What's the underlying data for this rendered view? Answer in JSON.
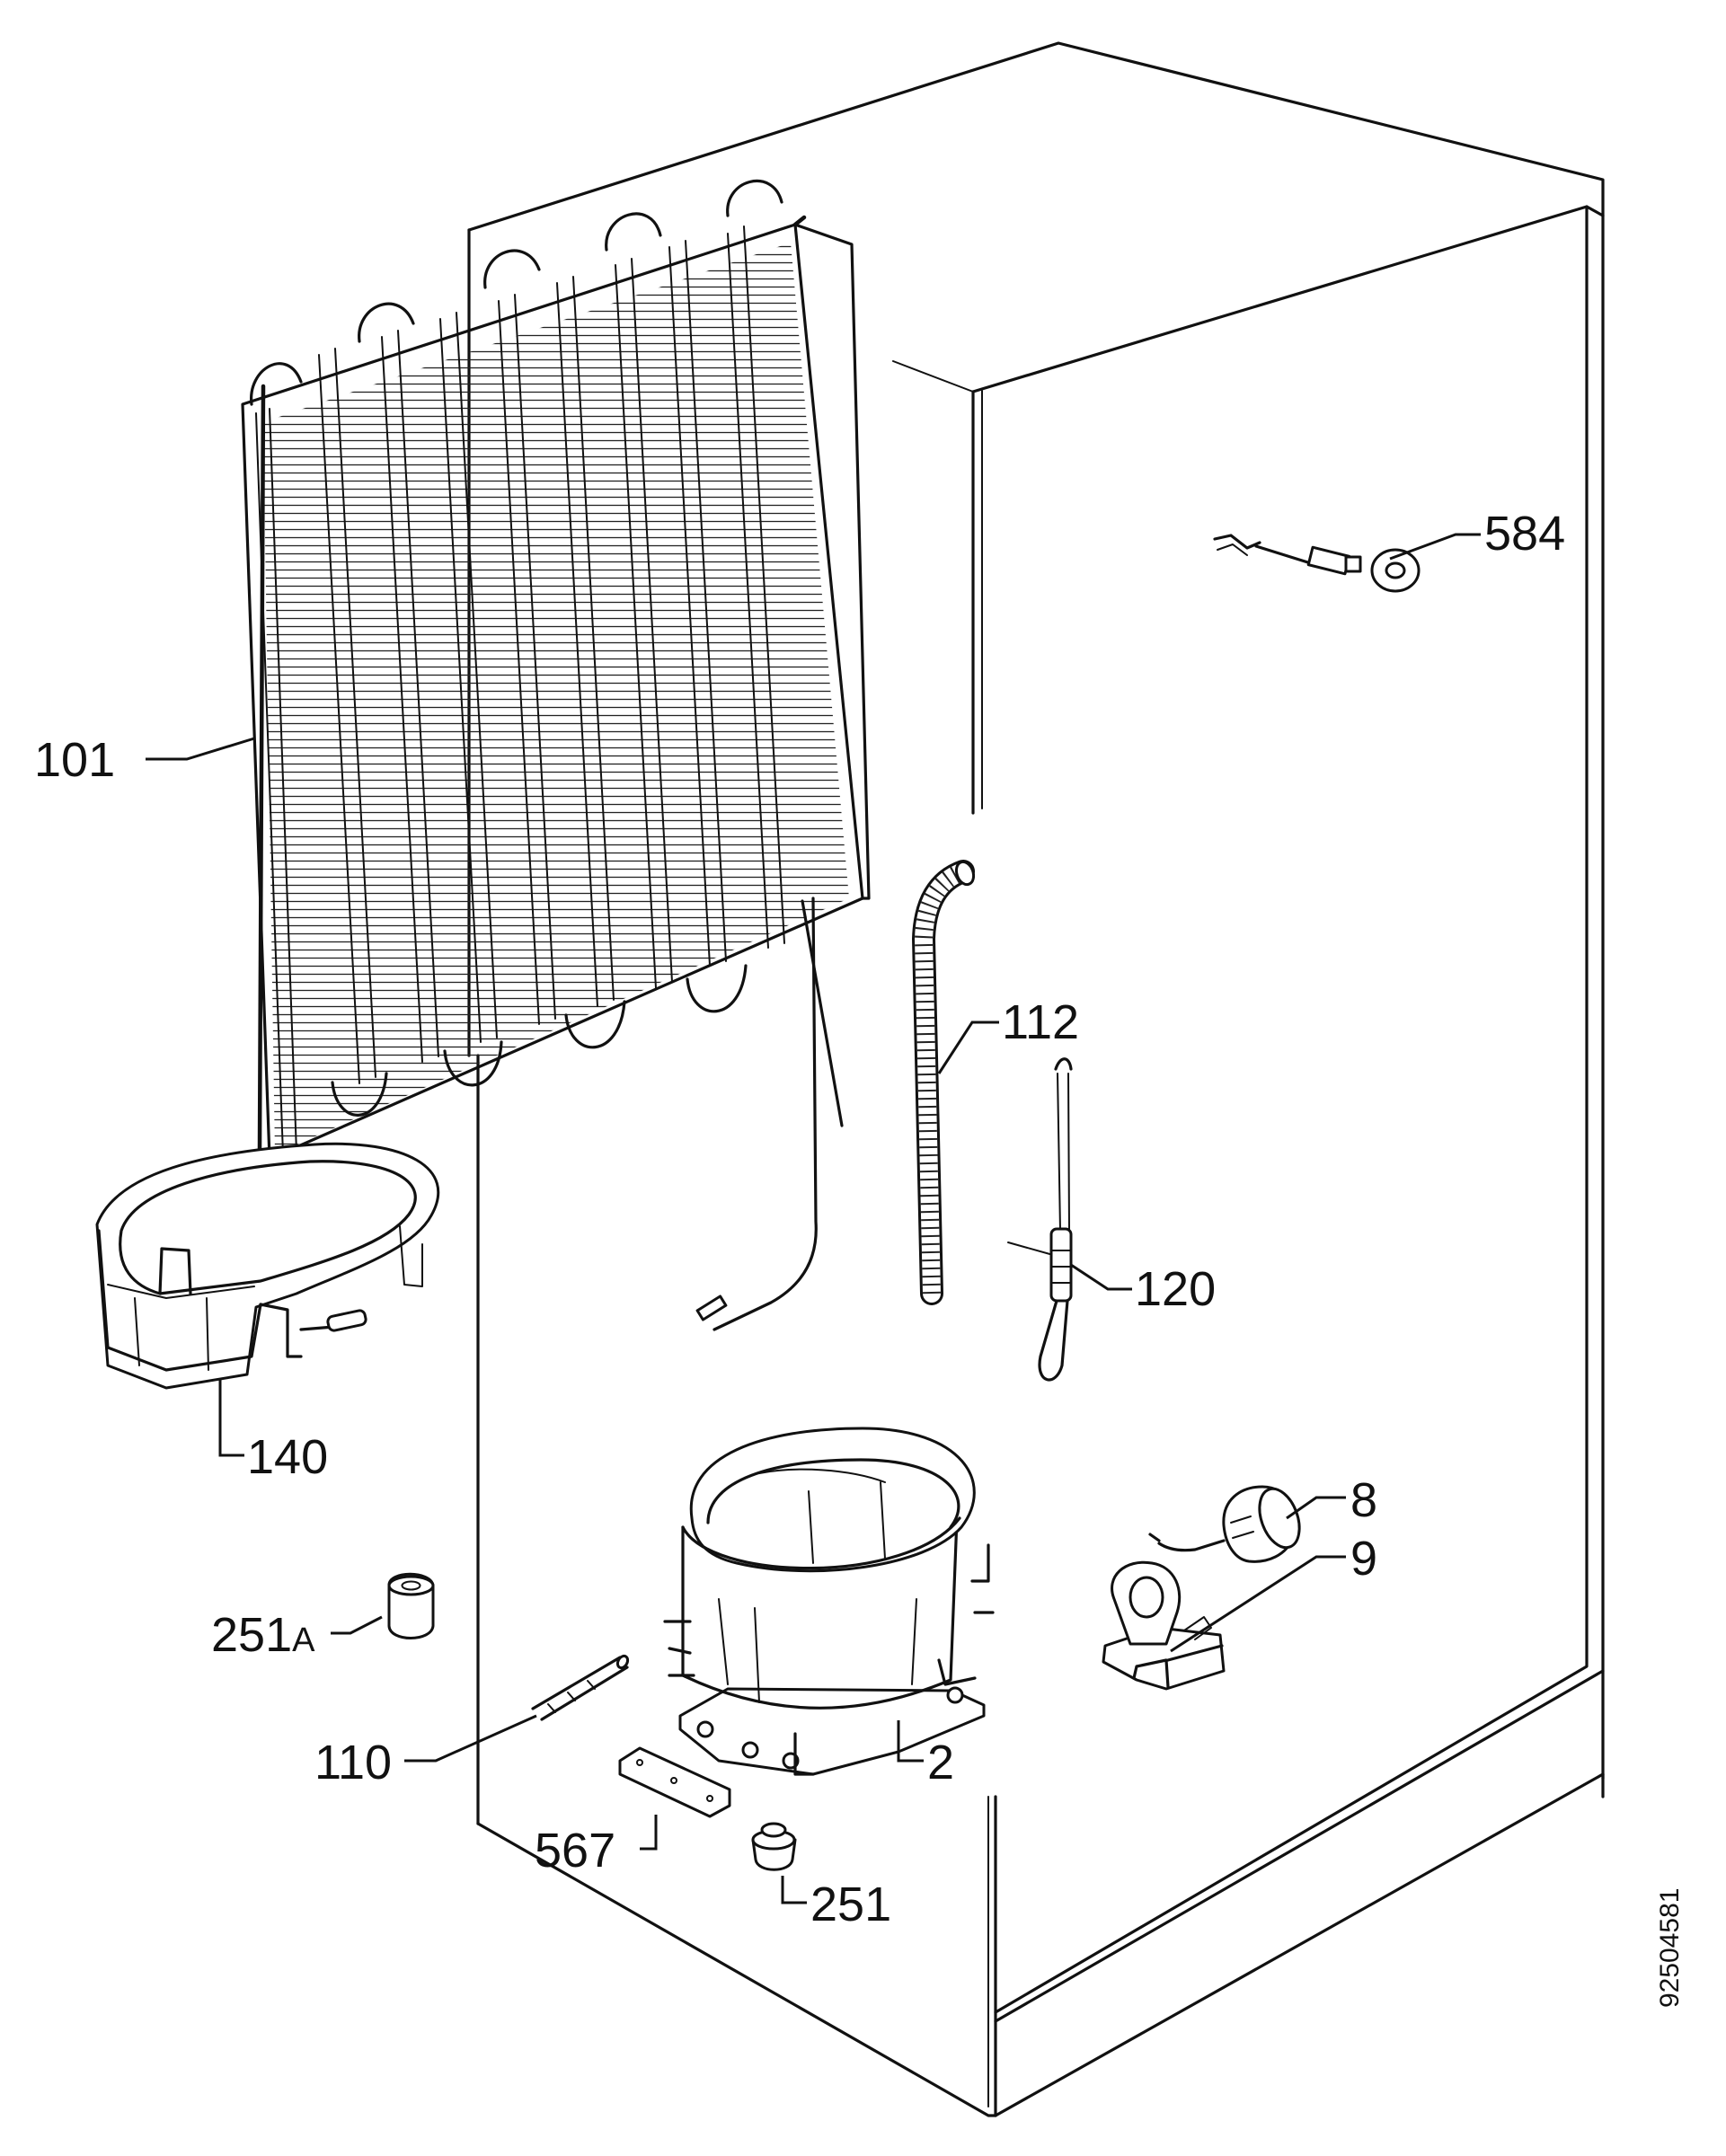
{
  "diagram": {
    "drawing_number": "92504581",
    "callouts": [
      {
        "id": "c584",
        "text": "584"
      },
      {
        "id": "c101",
        "text": "101"
      },
      {
        "id": "c112",
        "text": "112"
      },
      {
        "id": "c120",
        "text": "120"
      },
      {
        "id": "c140",
        "text": "140"
      },
      {
        "id": "c8",
        "text": "8"
      },
      {
        "id": "c9",
        "text": "9"
      },
      {
        "id": "c251a",
        "text": "251",
        "suffix": "A"
      },
      {
        "id": "c110",
        "text": "110"
      },
      {
        "id": "c2",
        "text": "2"
      },
      {
        "id": "c567",
        "text": "567"
      },
      {
        "id": "c251",
        "text": "251"
      }
    ]
  }
}
